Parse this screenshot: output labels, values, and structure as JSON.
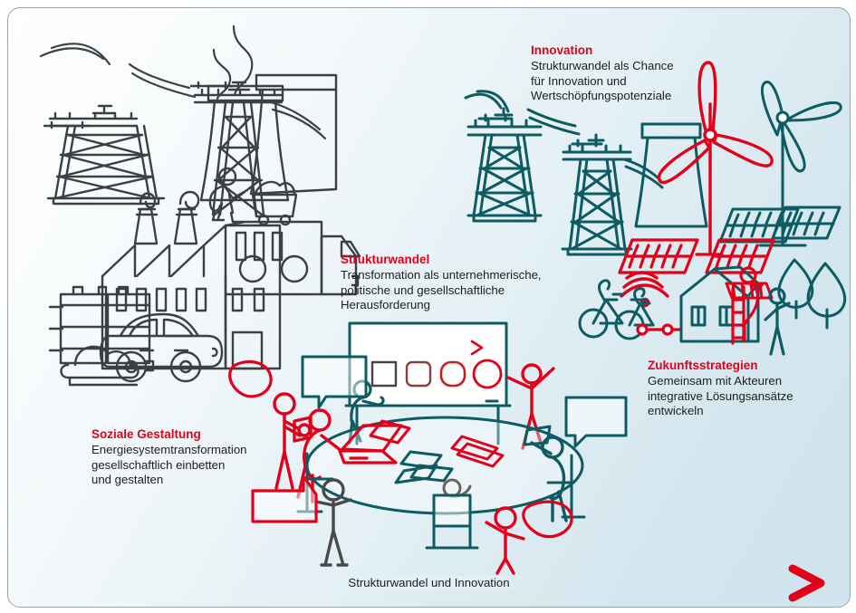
{
  "figure": {
    "title": "Strukturwandel und Innovation",
    "colors": {
      "red": "#e2001a",
      "teal": "#0d5b63",
      "gray": "#3c4043",
      "text": "#1d1d1b",
      "bg_light": "#ffffff",
      "bg_blue": "#cfe4ed",
      "frame_border": "#9aa3a8"
    }
  },
  "labels": [
    {
      "key": "innovation",
      "heading": "Innovation",
      "body": "Strukturwandel als Chance\nfür Innovation und\nWertschöpfungspotenziale"
    },
    {
      "key": "strukturwandel",
      "heading": "Strukturwandel",
      "body": "Transformation als unternehmerische,\npolitische und gesellschaftliche\nHerausforderung"
    },
    {
      "key": "zukunftsstrategien",
      "heading": "Zukunftsstrategien",
      "body": "Gemeinsam mit Akteuren\nintegrative Lösungsansätze\nentwickeln"
    },
    {
      "key": "soziale-gestaltung",
      "heading": "Soziale Gestaltung",
      "body": "Energiesystemtransformation\ngesellschaftlich einbetten\nund gestalten"
    }
  ],
  "caption": {
    "text": "Strukturwandel und Innovation",
    "arrow_start_color": "#3c4043",
    "arrow_end_color": "#e2001a"
  },
  "scene": {
    "left_cluster": {
      "name": "fossil-energy-cluster",
      "icons": [
        "power-pylon-icon",
        "power-pylon-icon",
        "cooling-tower-icon",
        "cooling-tower-icon",
        "miner-with-coal-cart-icon",
        "factory-icon",
        "smokestack-icon",
        "truck-icon",
        "car-icon",
        "oil-barrel-icon",
        "smog-cloud-icon"
      ]
    },
    "right_cluster": {
      "name": "renewable-energy-cluster",
      "icons": [
        "power-pylon-icon",
        "power-pylon-icon",
        "cooling-tower-icon",
        "wind-turbine-icon",
        "wind-turbine-icon",
        "solar-panel-icon",
        "solar-panel-icon",
        "solar-panel-icon",
        "wifi-icon",
        "e-bike-icon",
        "e-bike-icon",
        "smart-house-icon",
        "roof-solar-panel-icon",
        "worker-on-ladder-icon",
        "person-icon",
        "tree-icon",
        "tree-icon"
      ]
    },
    "center_cluster": {
      "name": "stakeholder-workshop-scene",
      "icons": [
        "whiteboard-icon",
        "transformation-arrow-icon",
        "shape-square-icon",
        "shape-rounded-square-icon",
        "shape-squircle-icon",
        "shape-circle-icon",
        "round-table-icon",
        "laptop-icon",
        "document-icon",
        "chair-icon",
        "speech-bubble-icon",
        "speech-bubble-icon",
        "speech-bubble-icon",
        "leaf-icon",
        "leaf-icon",
        "presenter-icon",
        "participant-icon"
      ]
    }
  },
  "whiteboard": {
    "shapes": [
      "square",
      "rounded-square",
      "squircle",
      "circle"
    ],
    "arrow": "left-to-right"
  }
}
